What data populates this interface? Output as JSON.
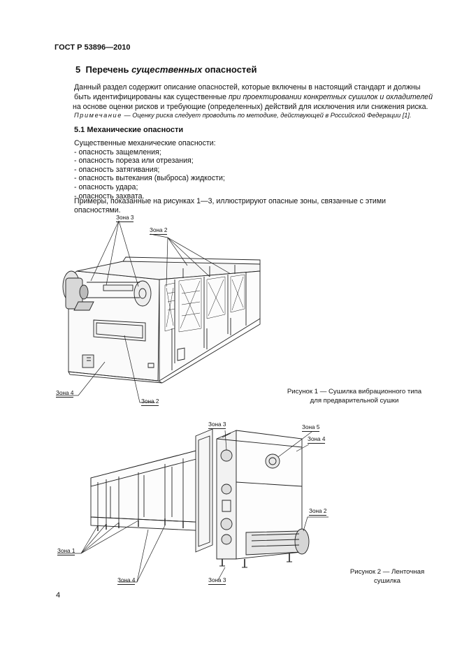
{
  "header": {
    "standard": "ГОСТ Р 53896—2010"
  },
  "section5": {
    "number": "5",
    "title_start": "Перечень ",
    "title_italic": "существенных",
    "title_end": " опасностей",
    "para": {
      "l1": "Данный раздел содержит описание опасностей, которые включены в настоящий стандарт и должны",
      "l2_start": "быть идентифицированы как существенные ",
      "l2_italic": "при проектировании конкретных сушилок и охладителей",
      "l3": "на основе оценки рисков и требующие (определенных) действий для исключения или снижения риска."
    },
    "note_label": "Примечание",
    "note_text": " — Оценку риска следует проводить по методике, действующей в Российской Федерации [1]."
  },
  "section51": {
    "title": "5.1 Механические опасности",
    "intro": "Существенные механические опасности:",
    "items": [
      "- опасность защемления;",
      "- опасность пореза или отрезания;",
      "- опасность затягивания;",
      "- опасность вытекания (выброса) жидкости;",
      "- опасность удара;",
      "- опасность захвата."
    ],
    "examples": "Примеры, показанные на рисунках 1—3, иллюстрируют опасные зоны, связанные с этими опасностями."
  },
  "figure1": {
    "labels": {
      "zone3": "Зона 3",
      "zone2_top": "Зона 2",
      "zone4": "Зона 4",
      "zone2_bottom": "Зона 2"
    },
    "caption_l1": "Рисунок 1 — Сушилка вибрационного типа",
    "caption_l2": "для предварительной сушки"
  },
  "figure2": {
    "labels": {
      "zone3_top": "Зона 3",
      "zone5": "Зона 5",
      "zone4_right": "Зона 4",
      "zone2": "Зона 2",
      "zone1": "Зона 1",
      "zone4_bottom": "Зона 4",
      "zone3_bottom": "Зона 3"
    },
    "caption_l1": "Рисунок 2 — Ленточная",
    "caption_l2": "сушилка"
  },
  "footer": {
    "page": "4"
  }
}
